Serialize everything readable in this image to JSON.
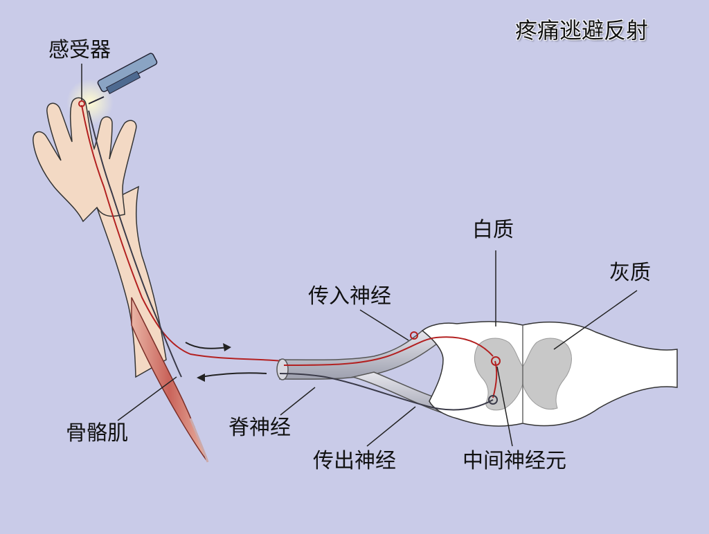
{
  "title": "疼痛逃避反射",
  "labels": {
    "receptor": "感受器",
    "white_matter": "白质",
    "gray_matter": "灰质",
    "afferent_nerve": "传入神经",
    "spinal_nerve": "脊神经",
    "efferent_nerve": "传出神经",
    "skeletal_muscle": "骨骼肌",
    "interneuron": "中间神经元"
  },
  "colors": {
    "background": "#c9cbe8",
    "skin": "#f3d9c4",
    "nerve": "#b32020",
    "gray_matter": "#c8c8c8",
    "white_matter": "#ffffff"
  }
}
